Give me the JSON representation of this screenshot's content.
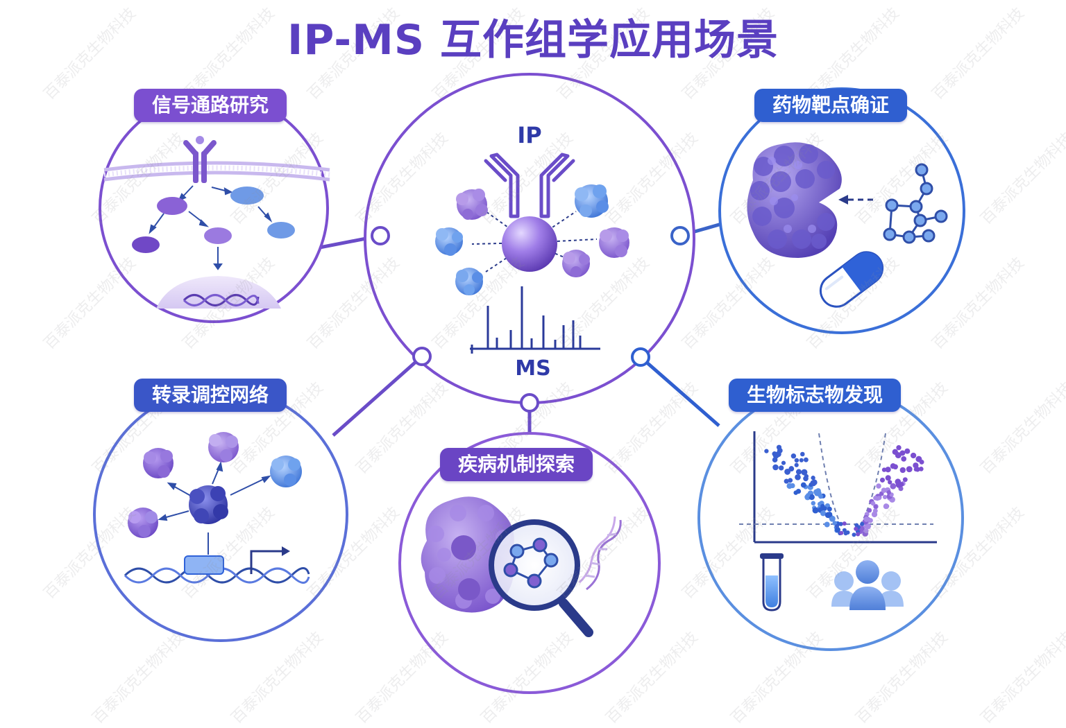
{
  "title": "IP-MS 互作组学应用场景",
  "colors": {
    "title": "#5a3fc0",
    "purple": "#7b4fd0",
    "purple_dark": "#5b3cb0",
    "blue": "#2f5fd0",
    "blue_dark": "#1f4aa8",
    "indigo": "#3a3fa8",
    "light_purple": "#a889e6",
    "light_blue": "#6d9ee8"
  },
  "center": {
    "ip_label": "IP",
    "ms_label": "MS"
  },
  "scenarios": [
    {
      "id": "signal",
      "label": "信号通路研究"
    },
    {
      "id": "drug",
      "label": "药物靶点确证"
    },
    {
      "id": "transcription",
      "label": "转录调控网络"
    },
    {
      "id": "disease",
      "label": "疾病机制探索"
    },
    {
      "id": "biomarker",
      "label": "生物标志物发现"
    }
  ],
  "watermark": "百泰派克生物科技"
}
